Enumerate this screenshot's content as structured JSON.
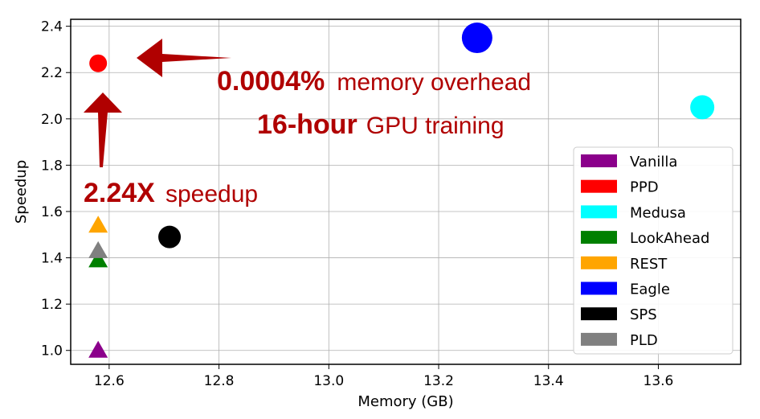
{
  "chart_data": {
    "type": "scatter",
    "xlabel": "Memory (GB)",
    "ylabel": "Speedup",
    "xlim": [
      12.53,
      13.75
    ],
    "ylim": [
      0.94,
      2.43
    ],
    "x_ticks": [
      12.6,
      12.8,
      13.0,
      13.2,
      13.4,
      13.6
    ],
    "y_ticks": [
      1.0,
      1.2,
      1.4,
      1.6,
      1.8,
      2.0,
      2.2,
      2.4
    ],
    "grid": true,
    "legend_position": "lower-right",
    "series": [
      {
        "name": "Vanilla",
        "color": "#8b008b",
        "marker": "triangle",
        "points": [
          {
            "x": 12.58,
            "y": 1.0
          }
        ]
      },
      {
        "name": "PPD",
        "color": "#ff0000",
        "marker": "circle",
        "points": [
          {
            "x": 12.58,
            "y": 2.24
          }
        ]
      },
      {
        "name": "Medusa",
        "color": "#00ffff",
        "marker": "circle",
        "points": [
          {
            "x": 13.68,
            "y": 2.05
          }
        ]
      },
      {
        "name": "LookAhead",
        "color": "#008000",
        "marker": "triangle",
        "points": [
          {
            "x": 12.58,
            "y": 1.39
          }
        ]
      },
      {
        "name": "REST",
        "color": "#ffa500",
        "marker": "triangle",
        "points": [
          {
            "x": 12.58,
            "y": 1.54
          }
        ]
      },
      {
        "name": "Eagle",
        "color": "#0000ff",
        "marker": "circle",
        "points": [
          {
            "x": 13.27,
            "y": 2.35
          }
        ]
      },
      {
        "name": "SPS",
        "color": "#000000",
        "marker": "circle",
        "points": [
          {
            "x": 12.71,
            "y": 1.49
          }
        ]
      },
      {
        "name": "PLD",
        "color": "#808080",
        "marker": "triangle",
        "points": [
          {
            "x": 12.58,
            "y": 1.43
          }
        ]
      }
    ],
    "annotations": {
      "memory": {
        "bold": "0.0004%",
        "regular": "memory overhead"
      },
      "training": {
        "bold": "16-hour",
        "regular": "GPU training"
      },
      "speedup": {
        "bold": "2.24X",
        "regular": "speedup"
      }
    },
    "annotation_color": "#b00000"
  }
}
